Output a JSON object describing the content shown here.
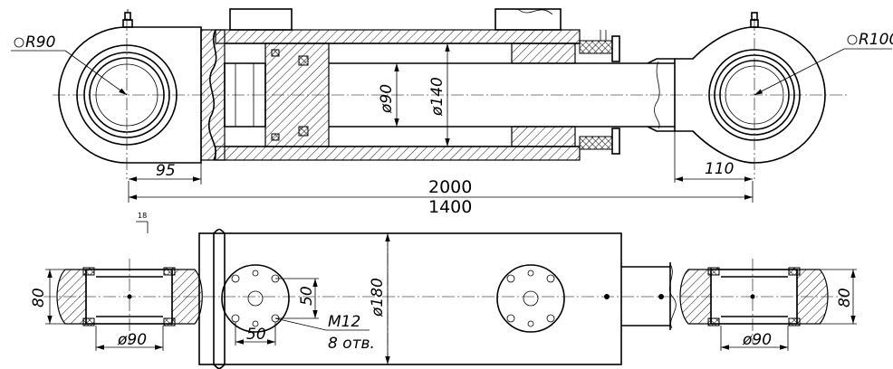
{
  "labels": {
    "radius_left": "R90",
    "radius_right": "R100",
    "dia_rod": "ø90",
    "dia_bore": "ø140",
    "dim_left_eye": "95",
    "dim_right_eye": "110",
    "length_total": "2000",
    "length_stroke": "1400",
    "section_mark": "18",
    "height_left": "80",
    "height_right": "80",
    "dia_pin_left": "ø90",
    "dia_pin_right": "ø90",
    "dia_body": "ø180",
    "flange_v": "50",
    "flange_h": "50",
    "thread": "M12",
    "holes": "8 отв."
  }
}
